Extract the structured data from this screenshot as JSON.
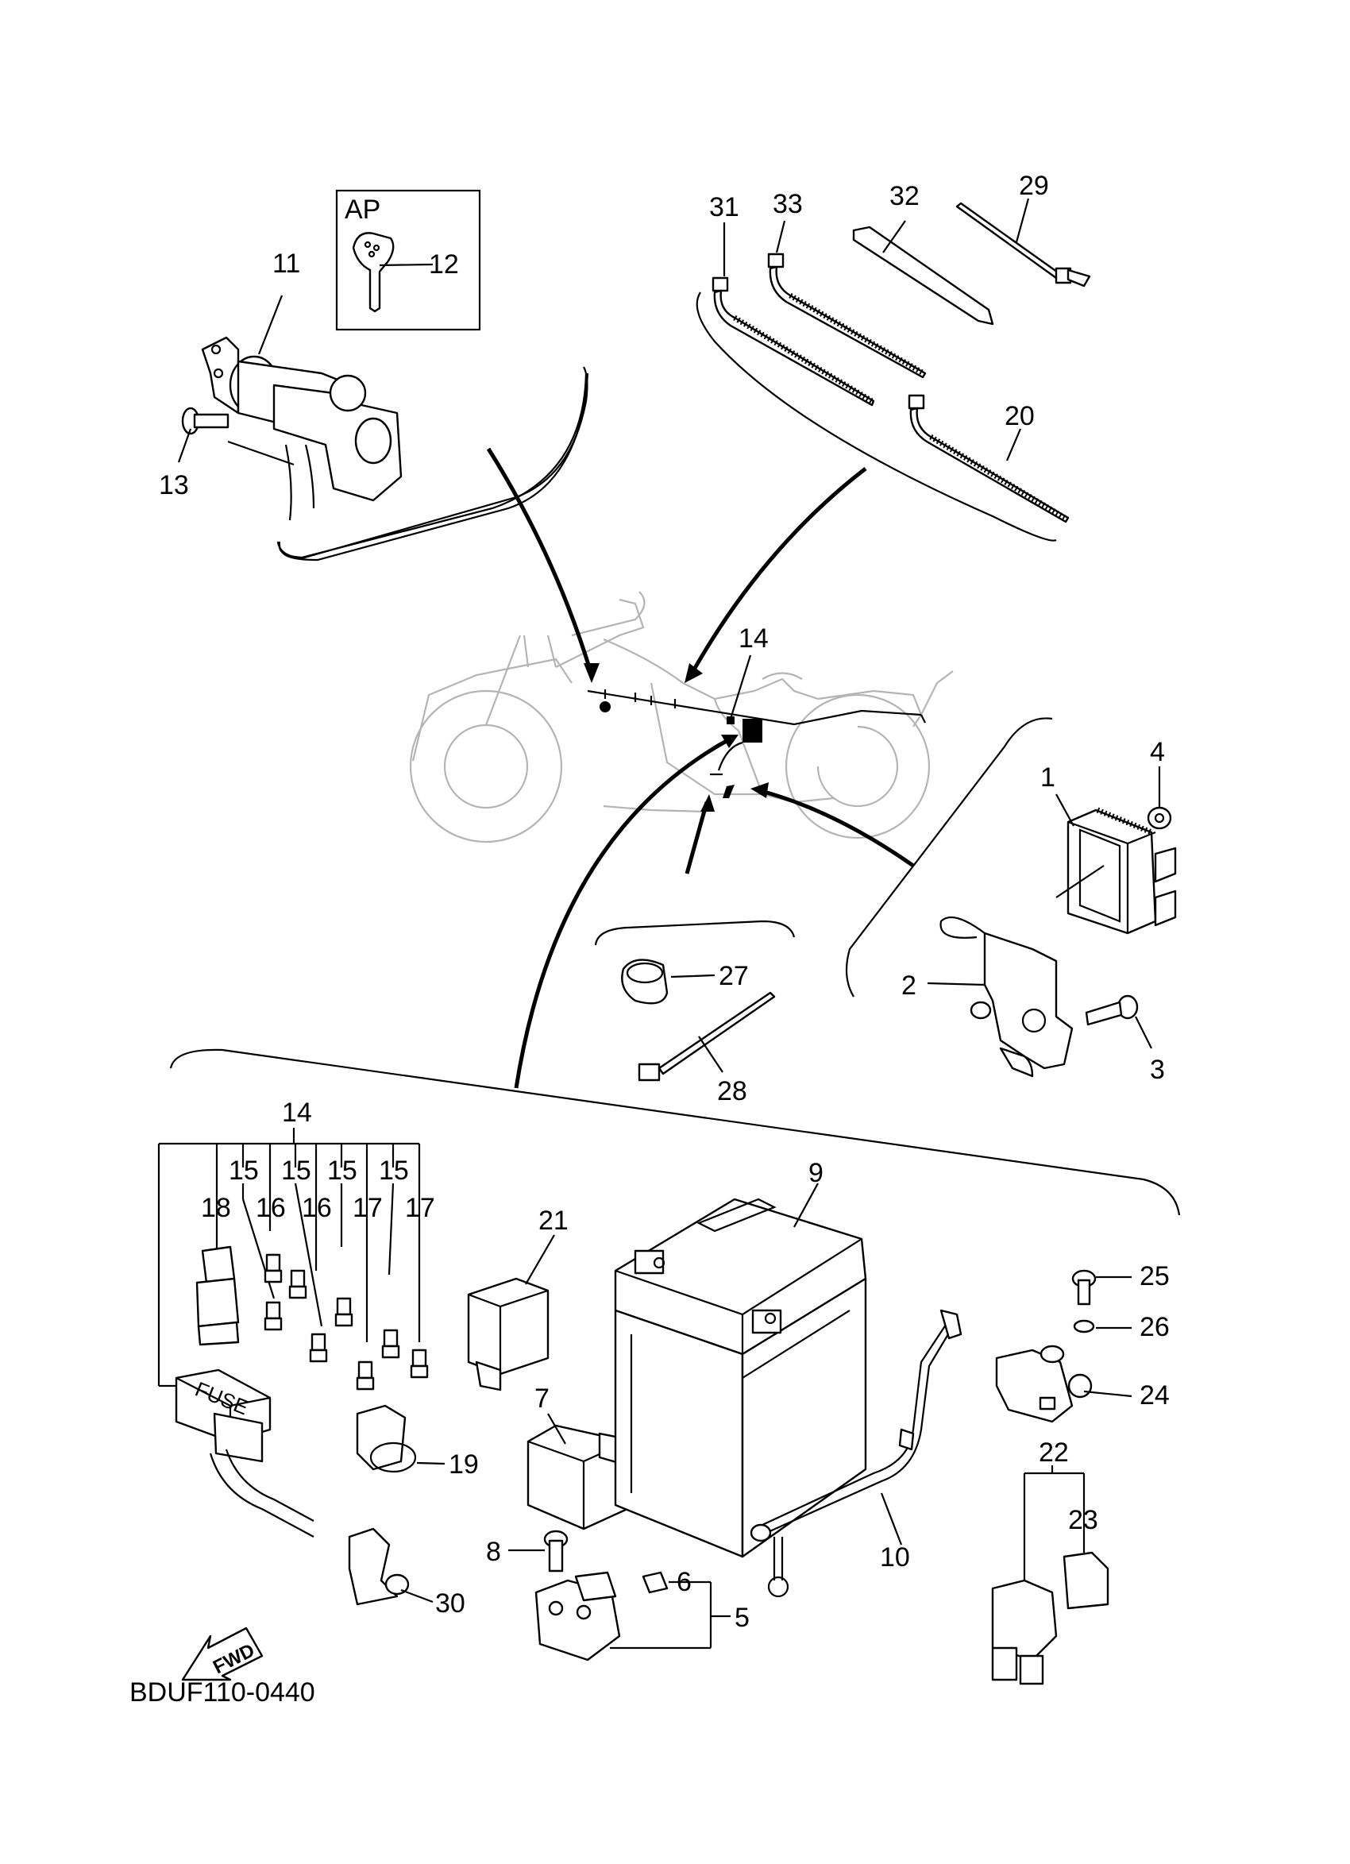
{
  "diagram": {
    "drawing_code": "BDUF110-0440",
    "ap_box_label": "AP",
    "fwd_label": "FWD",
    "fuse_label": "FUSE",
    "callouts": [
      {
        "id": "c1",
        "text": "1"
      },
      {
        "id": "c2",
        "text": "2"
      },
      {
        "id": "c3",
        "text": "3"
      },
      {
        "id": "c4",
        "text": "4"
      },
      {
        "id": "c5",
        "text": "5"
      },
      {
        "id": "c6",
        "text": "6"
      },
      {
        "id": "c7",
        "text": "7"
      },
      {
        "id": "c8",
        "text": "8"
      },
      {
        "id": "c9",
        "text": "9"
      },
      {
        "id": "c10",
        "text": "10"
      },
      {
        "id": "c11",
        "text": "11"
      },
      {
        "id": "c12",
        "text": "12"
      },
      {
        "id": "c13",
        "text": "13"
      },
      {
        "id": "c14a",
        "text": "14"
      },
      {
        "id": "c14b",
        "text": "14"
      },
      {
        "id": "c15a",
        "text": "15"
      },
      {
        "id": "c15b",
        "text": "15"
      },
      {
        "id": "c15c",
        "text": "15"
      },
      {
        "id": "c15d",
        "text": "15"
      },
      {
        "id": "c16a",
        "text": "16"
      },
      {
        "id": "c16b",
        "text": "16"
      },
      {
        "id": "c17a",
        "text": "17"
      },
      {
        "id": "c17b",
        "text": "17"
      },
      {
        "id": "c18",
        "text": "18"
      },
      {
        "id": "c19",
        "text": "19"
      },
      {
        "id": "c20",
        "text": "20"
      },
      {
        "id": "c21",
        "text": "21"
      },
      {
        "id": "c22",
        "text": "22"
      },
      {
        "id": "c23",
        "text": "23"
      },
      {
        "id": "c24",
        "text": "24"
      },
      {
        "id": "c25",
        "text": "25"
      },
      {
        "id": "c26",
        "text": "26"
      },
      {
        "id": "c27",
        "text": "27"
      },
      {
        "id": "c28",
        "text": "28"
      },
      {
        "id": "c29",
        "text": "29"
      },
      {
        "id": "c30",
        "text": "30"
      },
      {
        "id": "c31",
        "text": "31"
      },
      {
        "id": "c32",
        "text": "32"
      },
      {
        "id": "c33",
        "text": "33"
      }
    ]
  }
}
